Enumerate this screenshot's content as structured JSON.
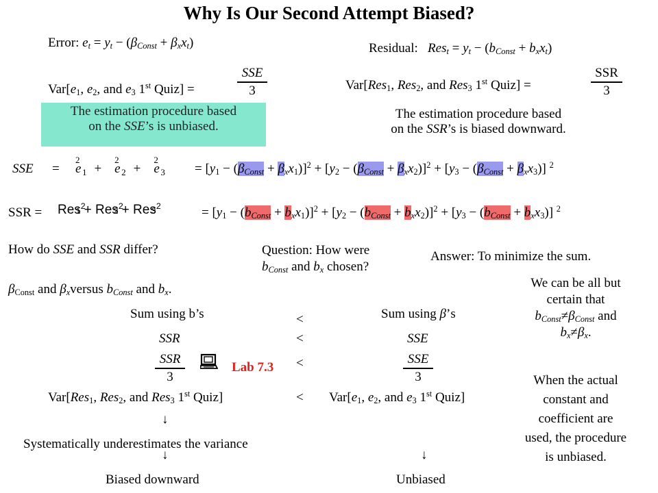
{
  "title": "Why Is Our Second Attempt Biased?",
  "error": {
    "label": "Error:"
  },
  "residual": {
    "label": "Residual:"
  },
  "var_sse": {
    "label_prefix": "Var[",
    "rest": ", and",
    "quiz": "Quiz] =",
    "frac_num": "SSE",
    "frac_den": "3"
  },
  "var_ssr": {
    "frac_num": "SSR",
    "frac_den": "3"
  },
  "unbiased_box": {
    "line1": "The estimation procedure based",
    "line2_pre": "on the ",
    "line2_it": "SSE",
    "line2_post": "’s is unbiased."
  },
  "biased_text": {
    "line1": "The estimation procedure based",
    "line2_pre": "on the ",
    "line2_it": "SSR",
    "line2_post": "’s is biased downward."
  },
  "sse_row": {
    "label": "SSE",
    "eq": "="
  },
  "ssr_row": {
    "label": "SSR ="
  },
  "question_differ": {
    "pre": "How do ",
    "a": "SSE",
    "mid": " and ",
    "b": "SSR",
    "post": " differ?"
  },
  "question_how": {
    "line1": "Question: How were",
    "line2_post": " chosen?"
  },
  "answer": "Answer: To minimize the sum.",
  "certain": {
    "line1": "We can be all but",
    "line2": "certain that",
    "and": " and"
  },
  "sum_b": "Sum using b’s",
  "sum_beta": "Sum using ",
  "sum_beta_post": "’s",
  "lt": "<",
  "ssr_it": "SSR",
  "sse_it": "SSE",
  "three": "3",
  "lab": "Lab 7.3",
  "lab_icon": "computer-icon",
  "var_res_line": {
    "quiz": "Quiz]"
  },
  "var_e_line": {
    "quiz": "Quiz]"
  },
  "arrow": "↓",
  "systematic": "Systematically underestimates the variance",
  "biased_downward": "Biased downward",
  "unbiased": "Unbiased",
  "actual": {
    "line1": "When the actual",
    "line2": "constant and",
    "line3": "coefficient are",
    "line4": "used, the procedure",
    "line5": "is unbiased."
  },
  "colors": {
    "teal_box": "#86e7cf",
    "blue_highlight": "#9999ee",
    "red_highlight": "#ef6b6b"
  }
}
